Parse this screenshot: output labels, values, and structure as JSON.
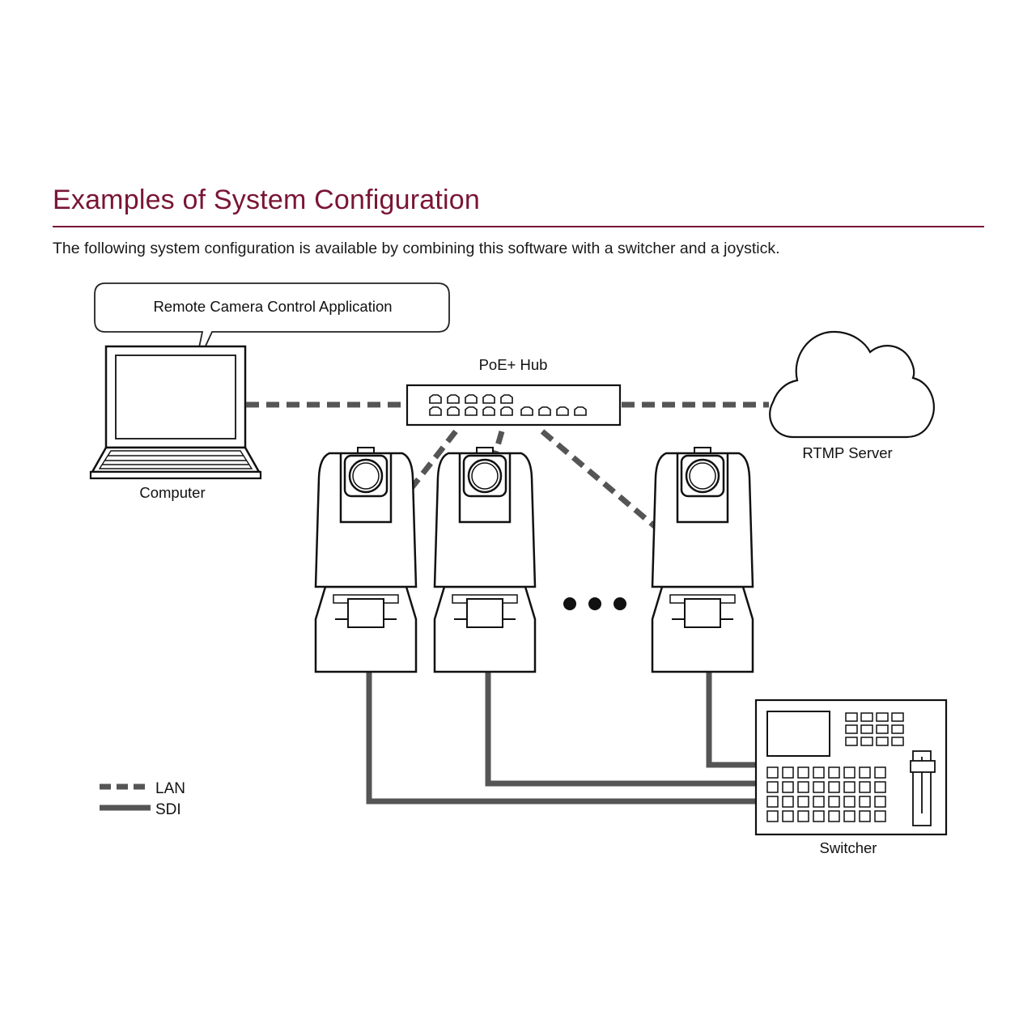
{
  "header": {
    "title": "Examples of System Configuration",
    "intro": "The following system configuration is available by combining this software with a switcher and a joystick."
  },
  "diagram": {
    "callout": "Remote Camera Control Application",
    "computer": "Computer",
    "hub": "PoE+ Hub",
    "server": "RTMP Server",
    "switcher": "Switcher",
    "legend": {
      "lan": "LAN",
      "sdi": "SDI"
    }
  },
  "colors": {
    "title": "#7a1535",
    "cable": "#555555",
    "outline": "#111111"
  }
}
